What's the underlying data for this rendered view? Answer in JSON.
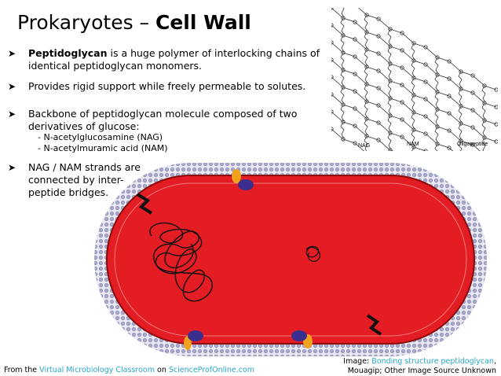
{
  "slide": {
    "title_prefix": "Prokaryotes – ",
    "title_bold": "Cell Wall"
  },
  "bullets": [
    {
      "bold": "Peptidoglycan",
      "text": " is a huge polymer of interlocking chains of",
      "text2": "identical peptidoglycan monomers."
    },
    {
      "text": "Provides rigid support while freely permeable to solutes."
    },
    {
      "text": "Backbone of peptidoglycan molecule composed of two",
      "text2": "derivatives of glucose:",
      "subitems": [
        "- N-acetylglucosamine (NAG)",
        "- N-acetylmuramic acid  (NAM)"
      ]
    },
    {
      "text": "NAG / NAM strands are",
      "text2": "connected by inter-",
      "text3": "peptide bridges."
    }
  ],
  "lattice_labels": {
    "nag": "NAG",
    "nam": "NAM",
    "oligo": "Oligopeptide"
  },
  "footer": {
    "prefix": "From the ",
    "link1": "Virtual Microbiology Classroom",
    "middle": " on ",
    "link2": "ScienceProfOnline.com"
  },
  "credit": {
    "prefix": "Image: ",
    "link": "Bonding structure peptidoglycan",
    "suffix": ",",
    "line2": "Mouagip; Other Image Source Unknown"
  },
  "colors": {
    "cell_fill": "#e31d23",
    "cell_outline": "#8b0a0a",
    "wall_bead": "#a8a8c8",
    "protein_blue": "#3a2f8f",
    "protein_orange": "#f0a21c",
    "link": "#2aa7c9"
  }
}
